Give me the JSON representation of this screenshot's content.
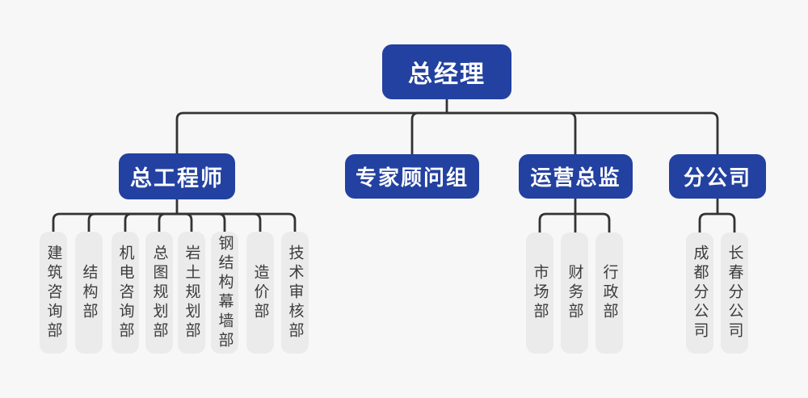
{
  "org_chart": {
    "root": {
      "label": "总经理"
    },
    "branches": [
      {
        "label": "总工程师",
        "children": [
          "建筑咨询部",
          "结构部",
          "机电咨询部",
          "总图规划部",
          "岩土规划部",
          "钢结构幕墙部",
          "造价部",
          "技术审核部"
        ]
      },
      {
        "label": "专家顾问组",
        "children": []
      },
      {
        "label": "运营总监",
        "children": [
          "市场部",
          "财务部",
          "行政部"
        ]
      },
      {
        "label": "分公司",
        "children": [
          "成都分公司",
          "长春分公司"
        ]
      }
    ],
    "colors": {
      "primary_node": "#2341a0",
      "leaf_node": "#ebebeb",
      "connector": "#333333",
      "primary_text": "#ffffff",
      "leaf_text": "#3c3c3c",
      "background": "#f7f7f7"
    }
  }
}
